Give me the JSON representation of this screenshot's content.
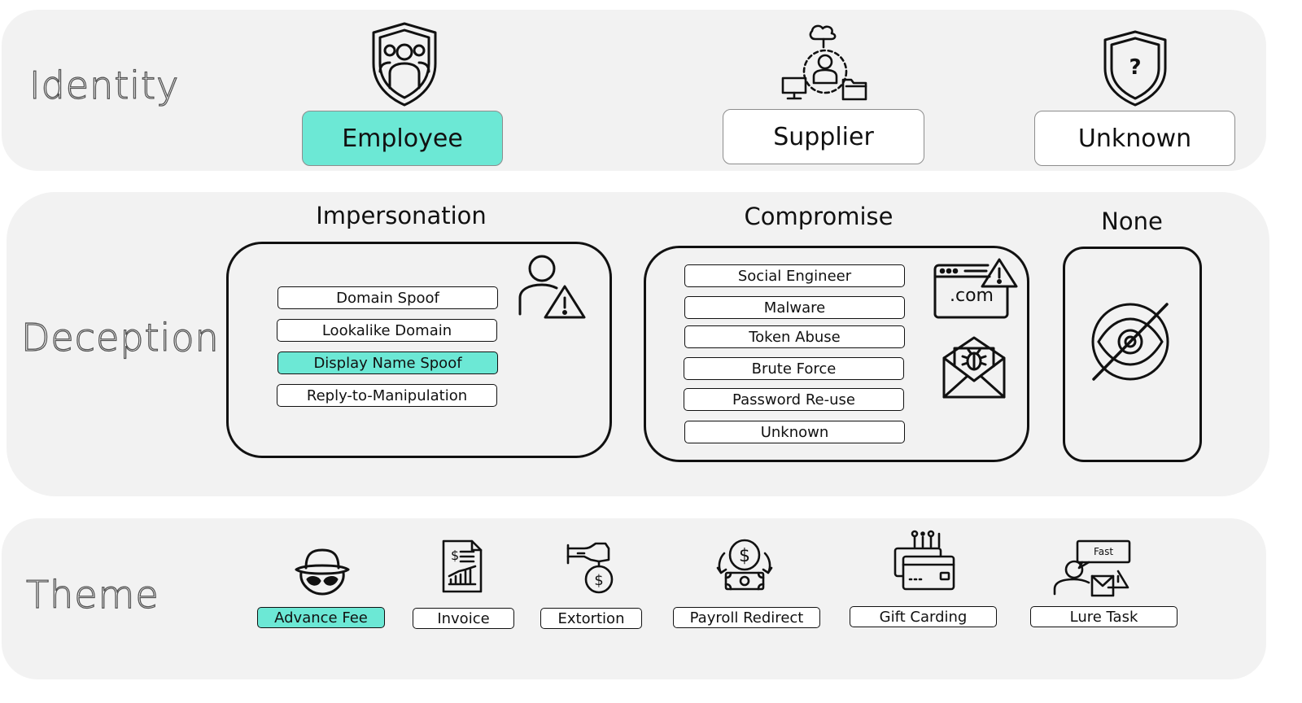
{
  "rows": {
    "identity": "Identity",
    "deception": "Deception",
    "theme": "Theme"
  },
  "identity": {
    "employee": "Employee",
    "supplier": "Supplier",
    "unknown": "Unknown",
    "unknown_icon_glyph": "?"
  },
  "deception": {
    "impersonation": {
      "title": "Impersonation",
      "items": [
        "Domain Spoof",
        "Lookalike Domain",
        "Display Name Spoof",
        "Reply-to-Manipulation"
      ]
    },
    "compromise": {
      "title": "Compromise",
      "items": [
        "Social Engineer",
        "Malware",
        "Token Abuse",
        "Brute Force",
        "Password Re-use",
        "Unknown"
      ],
      "web_icon_text": ".com"
    },
    "none": {
      "title": "None"
    }
  },
  "theme": {
    "items": [
      "Advance Fee",
      "Invoice",
      "Extortion",
      "Payroll Redirect",
      "Gift Carding",
      "Lure Task"
    ],
    "lure_icon_text": "Fast"
  },
  "colors": {
    "highlight": "#6ce8d5",
    "band": "#f2f2f2",
    "outline": "#111111"
  },
  "icons": {
    "employee": "shield-group-icon",
    "supplier": "network-person-icon",
    "unknown": "shield-question-icon",
    "impersonation": "person-warning-icon",
    "compromise_web": "browser-warning-icon",
    "compromise_mail": "envelope-bug-icon",
    "none": "eye-slash-icon",
    "advance_fee": "spy-icon",
    "invoice": "invoice-icon",
    "extortion": "extortion-icon",
    "payroll": "payroll-icon",
    "gift": "gift-card-icon",
    "lure": "lure-task-icon"
  }
}
